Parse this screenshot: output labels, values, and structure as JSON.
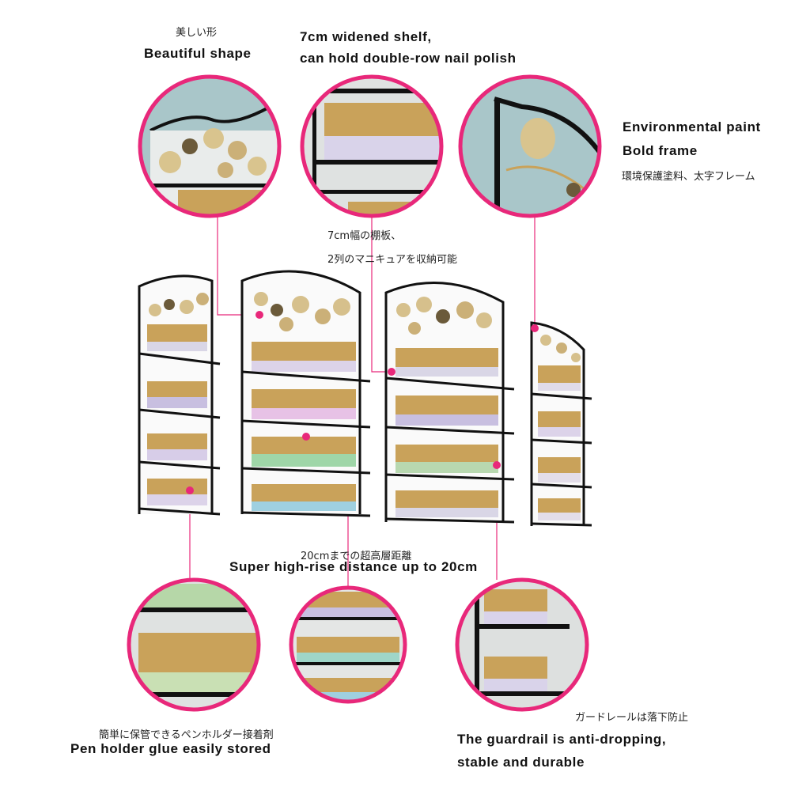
{
  "labels": {
    "beautiful_jp": "美しい形",
    "beautiful_en": "Beautiful shape",
    "widened_en_1": "7cm widened shelf,",
    "widened_en_2": "can hold double-row nail polish",
    "env_en_1": "Environmental paint",
    "env_en_2": "Bold frame",
    "env_jp": "環境保護塗料、太字フレーム",
    "widened_jp_1": "7cm幅の棚板、",
    "widened_jp_2": "2列のマニキュアを収納可能",
    "highrise_jp": "20cmまでの超高層距離",
    "highrise_en": "Super high-rise distance up to 20cm",
    "pen_jp": "簡単に保管できるペンホルダー接着剤",
    "pen_en": "Pen holder glue easily stored",
    "guard_jp": "ガードレールは落下防止",
    "guard_en_1": "The guardrail is anti-dropping,",
    "guard_en_2": "stable and durable"
  },
  "colors": {
    "accent": "#e8287a",
    "frame": "#111111",
    "backdrop": "#a9c6c9",
    "gold": "#c9a25a"
  }
}
